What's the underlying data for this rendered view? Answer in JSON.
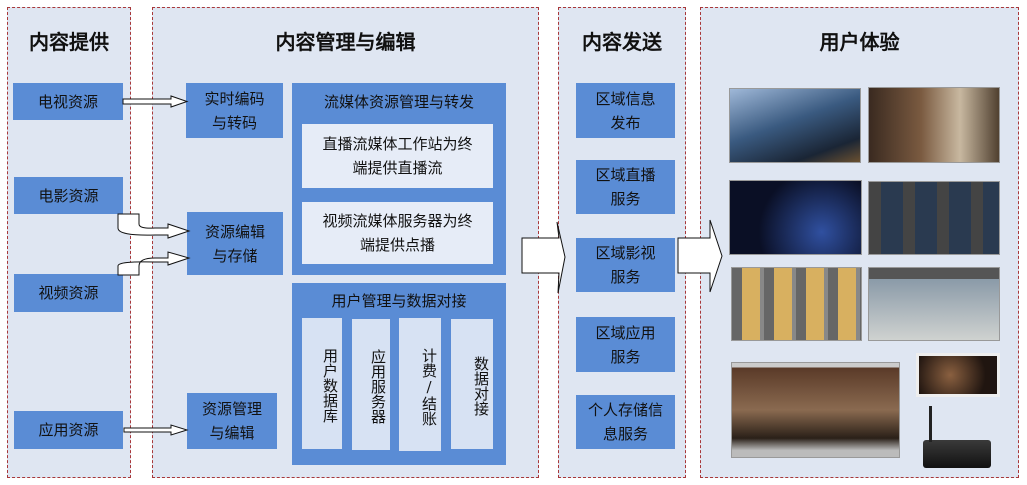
{
  "columns": {
    "provide": {
      "title": "内容提供",
      "items": [
        "电视资源",
        "电影资源",
        "视频资源",
        "应用资源"
      ]
    },
    "manage": {
      "title": "内容管理与编辑",
      "processing": [
        "实时编码与转码",
        "资源编辑与存储",
        "资源管理与编辑"
      ],
      "streaming": {
        "title": "流媒体资源管理与转发",
        "items": [
          "直播流媒体工作站为终端提供直播流",
          "视频流媒体服务器为终端提供点播"
        ]
      },
      "user_mgmt": {
        "title": "用户管理与数据对接",
        "items": [
          "用户数据库",
          "应用服务器",
          "计费/结账",
          "数据对接"
        ]
      }
    },
    "deliver": {
      "title": "内容发送",
      "items": [
        "区域信息发布",
        "区域直播服务",
        "区域影视服务",
        "区域应用服务",
        "个人存储信息服务"
      ]
    },
    "experience": {
      "title": "用户体验",
      "screens": [
        "hotel-welcome-screen",
        "room-menu-screen",
        "live-tv-screen",
        "movie-grid-screen",
        "food-menu-screen",
        "room-control-screen",
        "room-showcase-screen",
        "mobile-video-screen",
        "set-top-box"
      ]
    }
  },
  "colors": {
    "box": "#5a8cd5",
    "panel": "#dfe6f2",
    "border": "#a8383a"
  }
}
